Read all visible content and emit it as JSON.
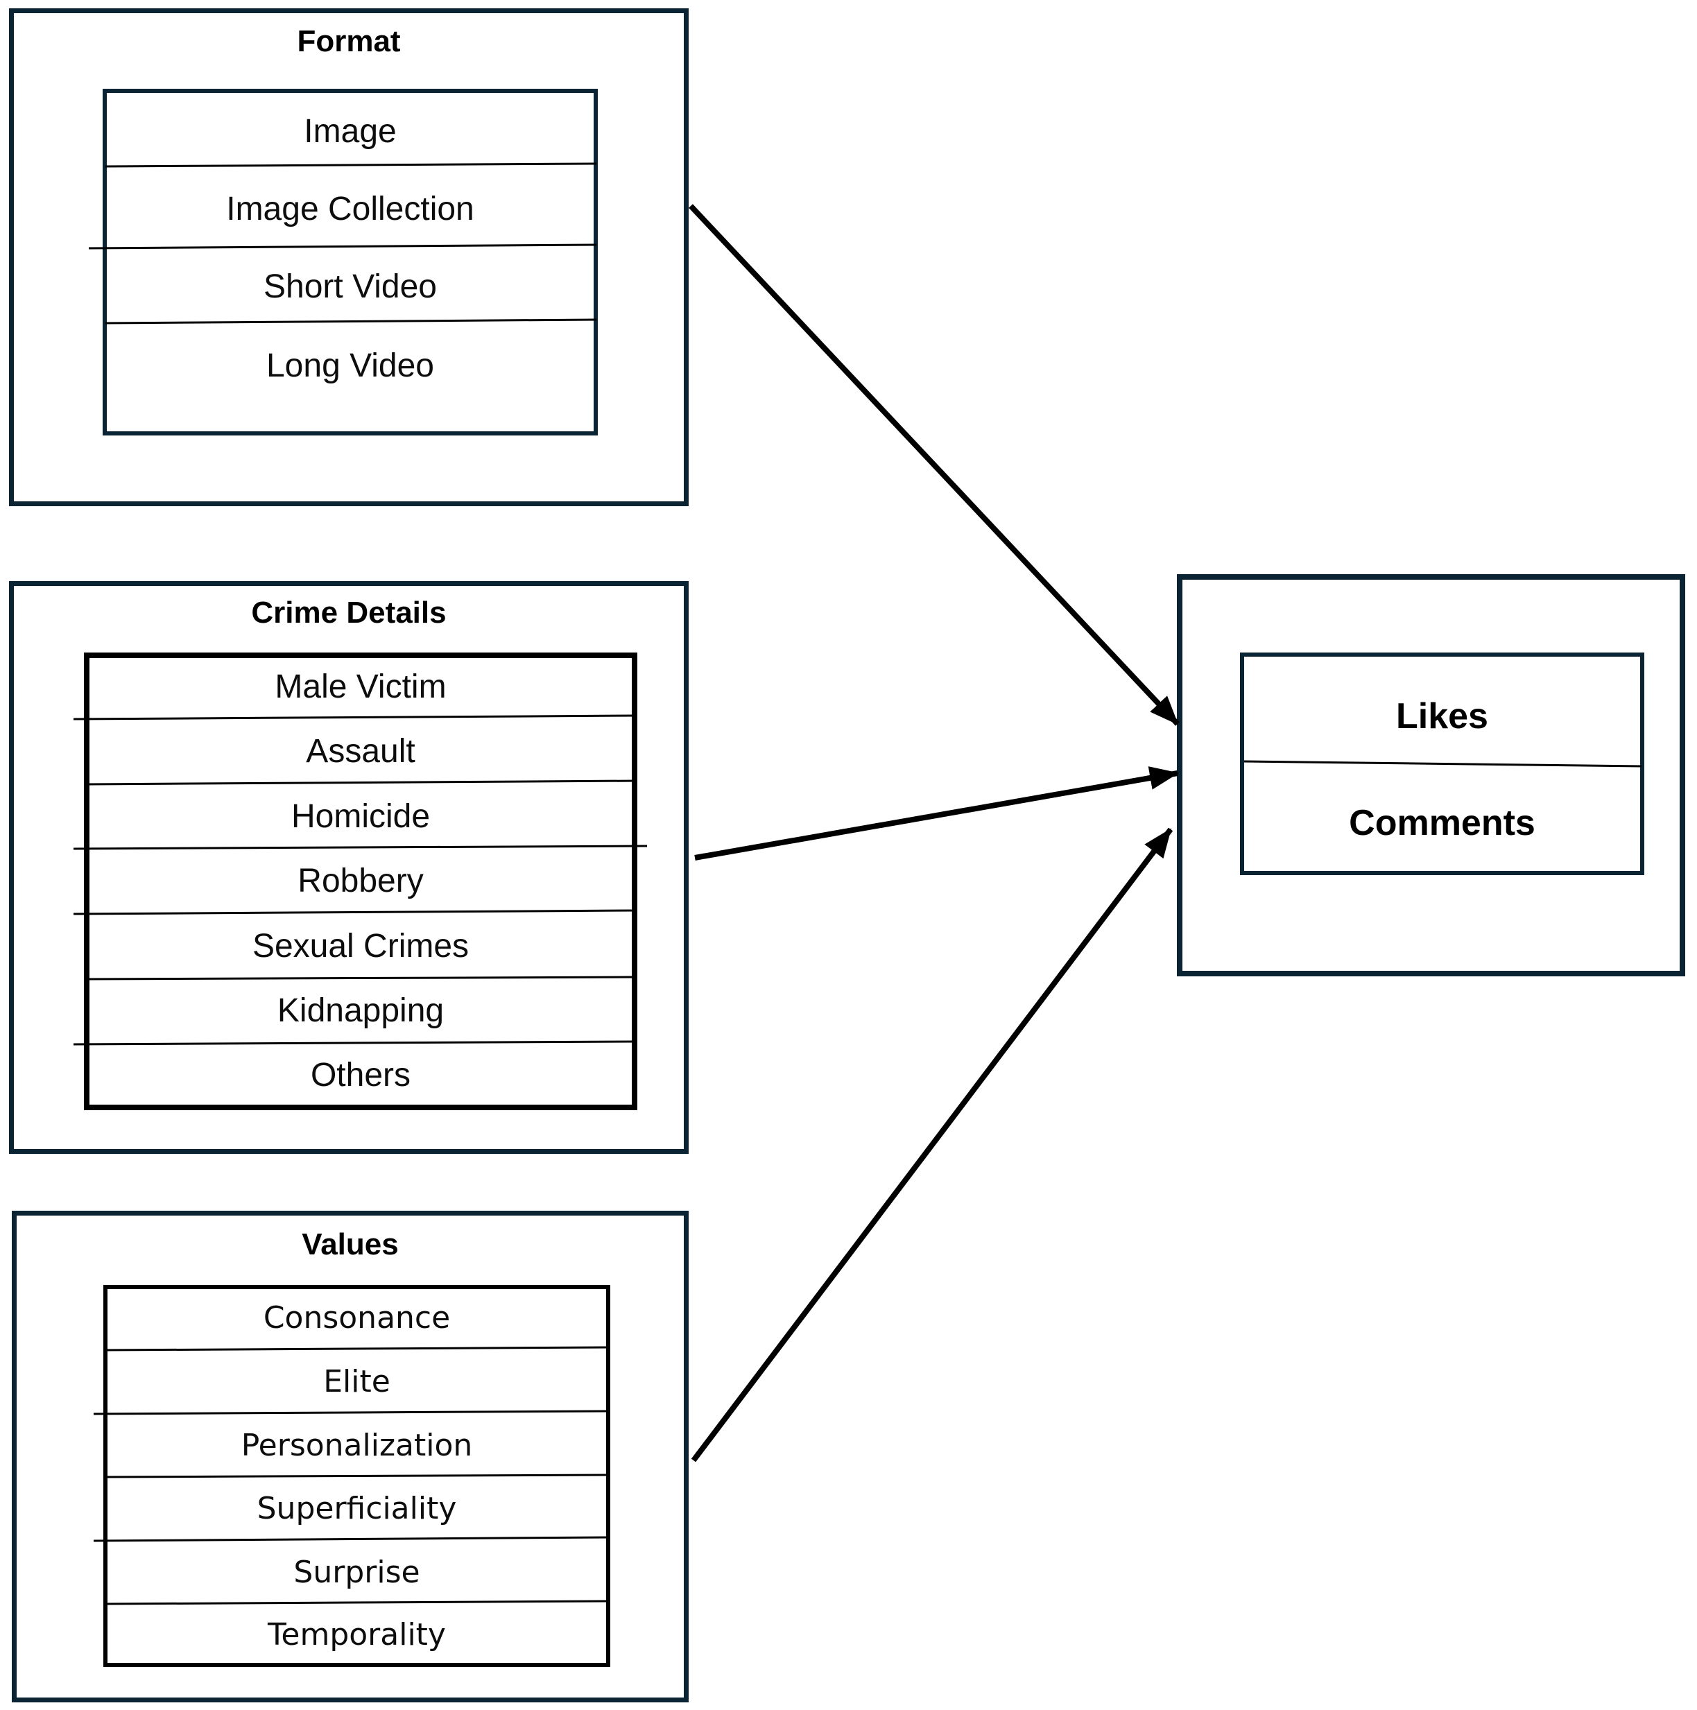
{
  "diagram": {
    "colors": {
      "frame": "#0a2433",
      "line": "#000000",
      "background": "#ffffff"
    },
    "boxes": [
      {
        "title": "Format",
        "items": [
          "Image",
          "Image Collection",
          "Short Video",
          "Long Video"
        ]
      },
      {
        "title": "Crime Details",
        "items": [
          "Male Victim",
          "Assault",
          "Homicide",
          "Robbery",
          "Sexual Crimes",
          "Kidnapping",
          "Others"
        ]
      },
      {
        "title": "Values",
        "items": [
          "Consonance",
          "Elite",
          "Personalization",
          "Superficiality",
          "Surprise",
          "Temporality"
        ]
      }
    ],
    "outcome": {
      "items": [
        "Likes",
        "Comments"
      ]
    },
    "arrows": [
      {
        "from": "Format",
        "to": "Likes/Comments"
      },
      {
        "from": "Crime Details",
        "to": "Likes/Comments"
      },
      {
        "from": "Values",
        "to": "Likes/Comments"
      }
    ]
  }
}
